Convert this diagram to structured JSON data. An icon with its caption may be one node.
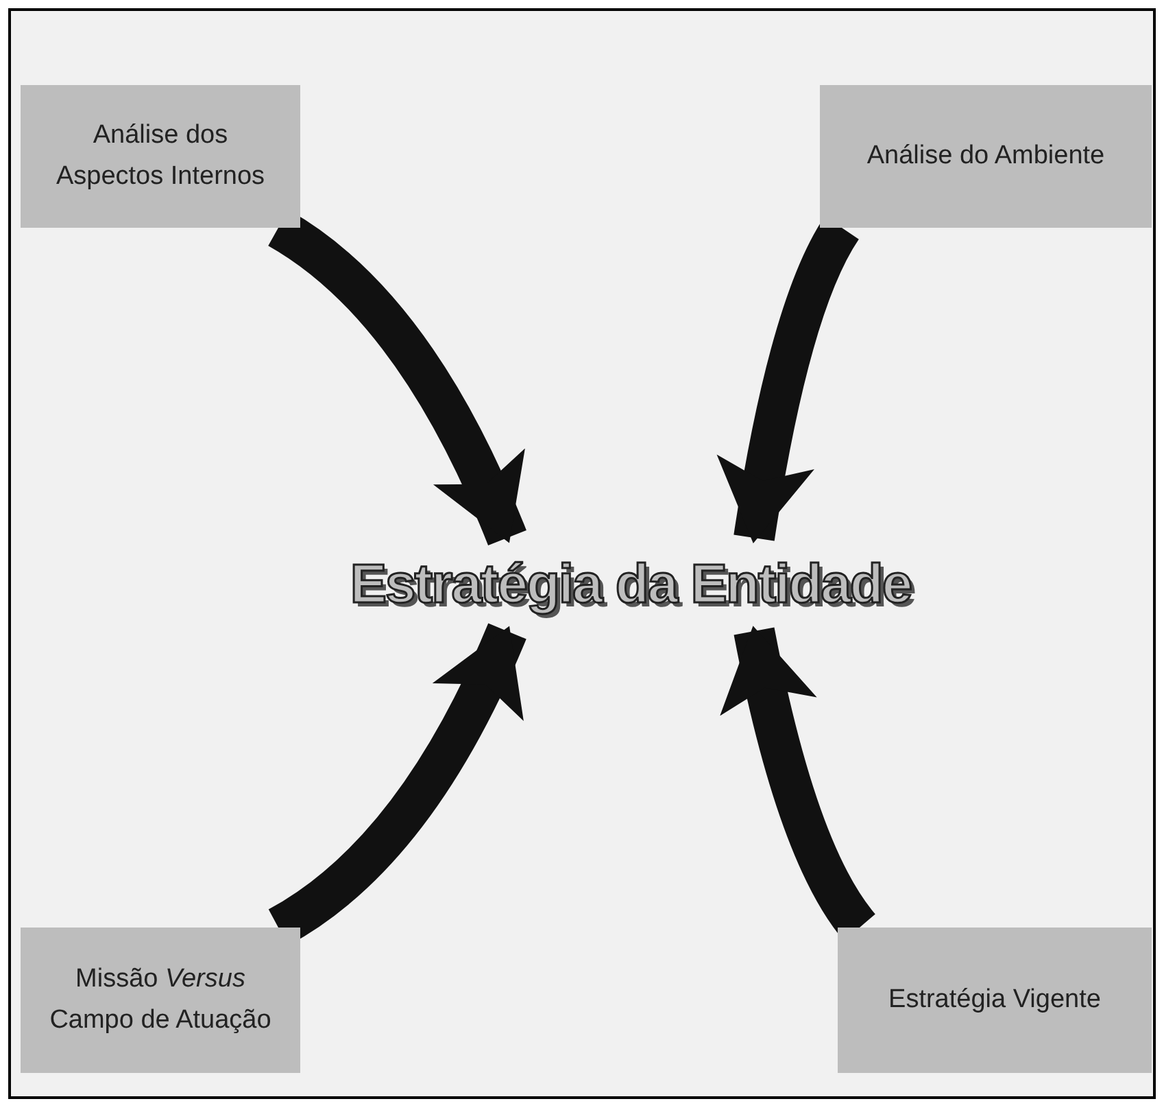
{
  "diagram": {
    "nodes": [
      {
        "text": [
          "Análise dos Aspectos Internos"
        ]
      },
      {
        "text": [
          "Análise do Ambiente"
        ]
      },
      {
        "text": [
          "Estratégia da Entidade"
        ]
      },
      {
        "text": [
          "Missão *Versus* Campo de Atuação"
        ]
      },
      {
        "text": [
          "Estratégia Vigente"
        ]
      }
    ],
    "edges": [
      {
        "from": 0,
        "to": 2,
        "arrow": "to"
      },
      {
        "from": 1,
        "to": 2,
        "arrow": "to"
      },
      {
        "from": 3,
        "to": 2,
        "arrow": "to"
      },
      {
        "from": 4,
        "to": 2,
        "arrow": "to"
      }
    ]
  }
}
